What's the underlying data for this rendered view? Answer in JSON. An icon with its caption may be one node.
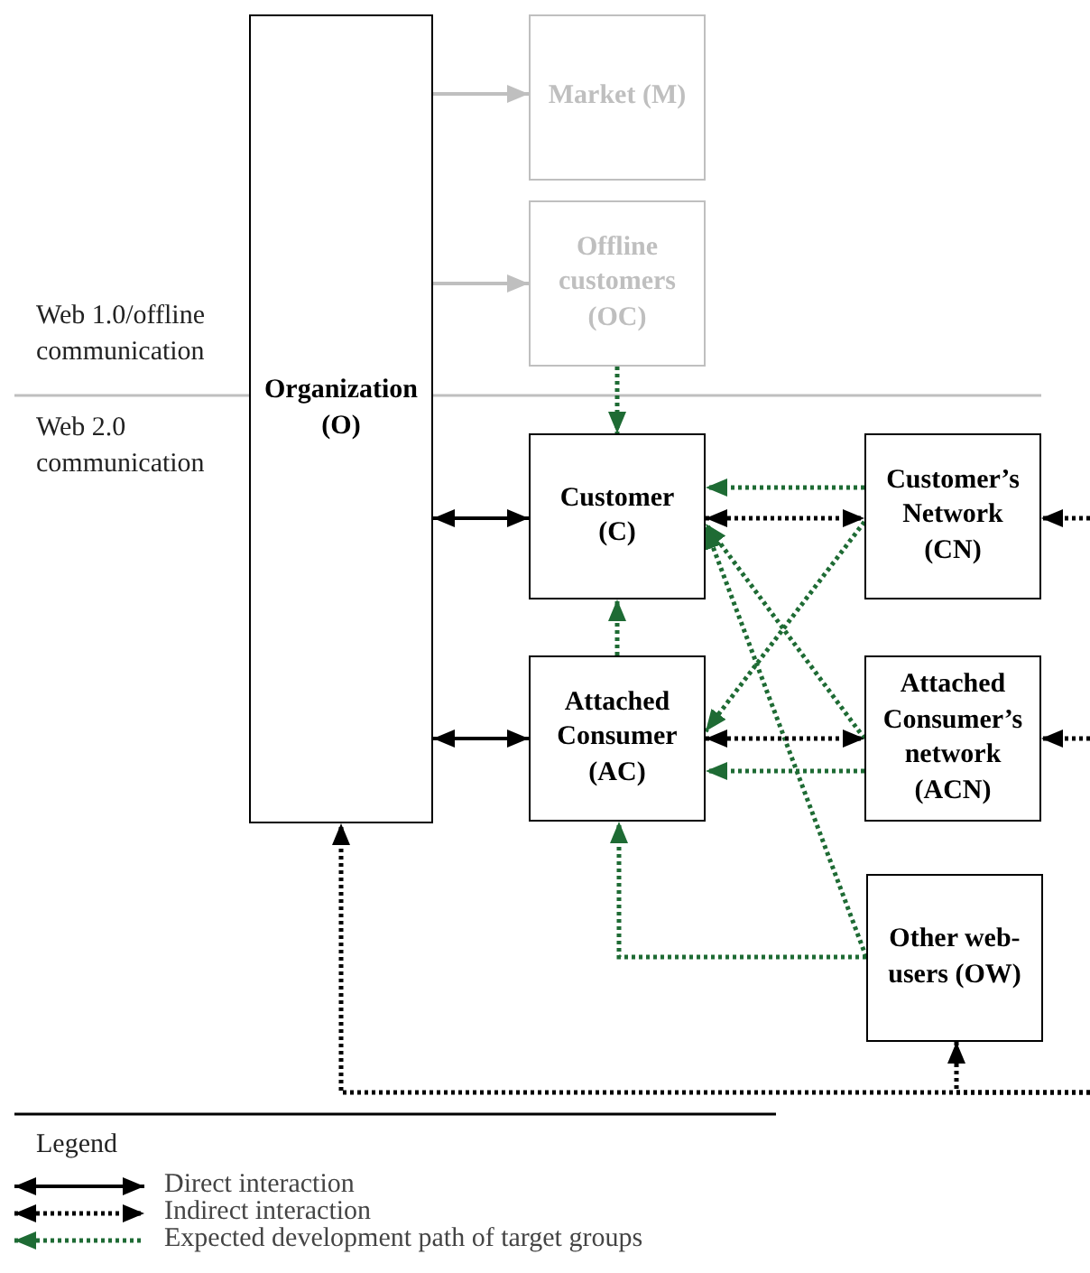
{
  "diagram": {
    "nodes": [
      {
        "text": [
          "Market (M)"
        ]
      },
      {
        "text": [
          "Offline customers (OC)"
        ]
      },
      {
        "text": [
          "Organization (O)"
        ]
      },
      {
        "text": [
          "Customer (C)"
        ]
      },
      {
        "text": [
          "Customer’s Network (CN)"
        ]
      },
      {
        "text": [
          "Attached Consumer (AC)"
        ]
      },
      {
        "text": [
          "Attached Consumer’s network (ACN)"
        ]
      },
      {
        "text": [
          "Other web-users (OW)"
        ]
      }
    ],
    "edges": [
      {
        "from": 2,
        "to": 0,
        "arrow": "to",
        "color": "#bfbfbf"
      },
      {
        "from": 2,
        "to": 1,
        "arrow": "to",
        "color": "#bfbfbf"
      },
      {
        "from": 1,
        "to": 3,
        "arrow": "to",
        "style": "dashed",
        "color": "#1e6b34"
      },
      {
        "from": 2,
        "to": 3,
        "arrow": "both",
        "color": "#000000"
      },
      {
        "from": 2,
        "to": 5,
        "arrow": "both",
        "color": "#000000"
      },
      {
        "from": 4,
        "to": 3,
        "arrow": "to",
        "style": "dashed",
        "color": "#1e6b34"
      },
      {
        "from": 3,
        "to": 4,
        "arrow": "both",
        "style": "dashed",
        "color": "#000000"
      },
      {
        "from": 5,
        "to": 3,
        "arrow": "to",
        "style": "dashed",
        "color": "#1e6b34"
      },
      {
        "from": 4,
        "to": 5,
        "arrow": "to",
        "style": "dashed",
        "color": "#1e6b34"
      },
      {
        "from": 6,
        "to": 3,
        "arrow": "to",
        "style": "dashed",
        "color": "#1e6b34"
      },
      {
        "from": 7,
        "to": 3,
        "arrow": "to",
        "style": "dashed",
        "color": "#1e6b34"
      },
      {
        "from": 5,
        "to": 6,
        "arrow": "both",
        "style": "dashed",
        "color": "#000000"
      },
      {
        "from": 6,
        "to": 5,
        "arrow": "to",
        "style": "dashed",
        "color": "#1e6b34"
      },
      {
        "from": 7,
        "to": 5,
        "arrow": "to",
        "style": "dashed",
        "color": "#1e6b34"
      },
      {
        "from": null,
        "to": 4,
        "arrow": "to",
        "style": "dashed",
        "color": "#000000"
      },
      {
        "from": null,
        "to": 6,
        "arrow": "to",
        "style": "dashed",
        "color": "#000000"
      },
      {
        "from": null,
        "to": 2,
        "arrow": "to",
        "style": "dashed",
        "color": "#000000"
      },
      {
        "from": null,
        "to": 7,
        "arrow": "to",
        "style": "dashed",
        "color": "#000000"
      }
    ],
    "labels": [
      "Web 1.0/offline communication",
      "Web 2.0 communication",
      "Legend"
    ],
    "legend": [
      {
        "text": "Direct interaction"
      },
      {
        "text": "Indirect interaction"
      },
      {
        "text": "Expected development path of target groups"
      }
    ]
  }
}
